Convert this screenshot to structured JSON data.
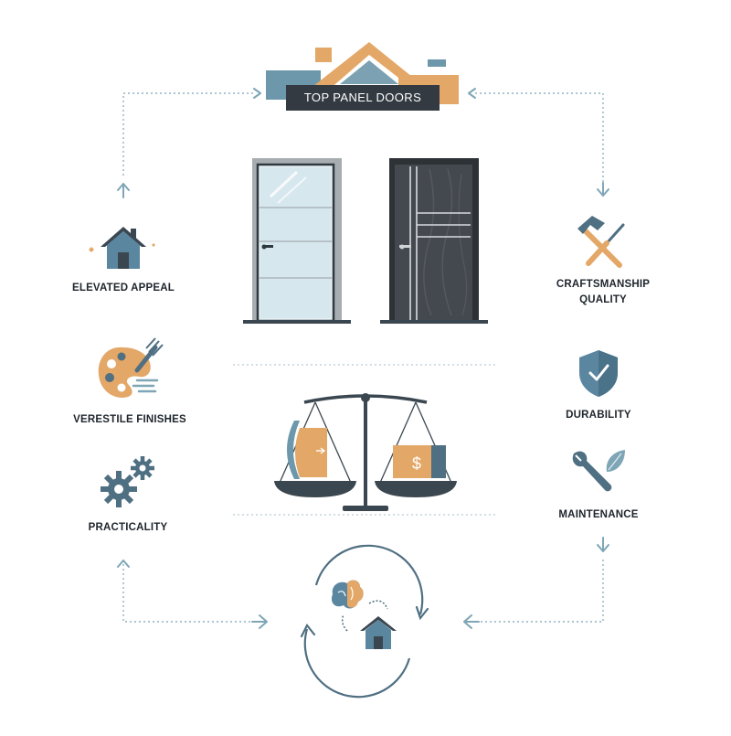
{
  "title": "TOP PANEL DOORS",
  "nodes": {
    "elevated_appeal": "ELEVATED APPEAL",
    "versatile_finishes": "VERESTILE FINISHES",
    "practicality": "PRACTICALITY",
    "craftsmanship_line1": "CRAFTSMANSHIP",
    "craftsmanship_line2": "QUALITY",
    "durability": "DURABILITY",
    "maintenance": "MAINTENANCE"
  },
  "colors": {
    "slate": "#4f6f82",
    "slate_dark": "#3b4750",
    "orange": "#e3a767",
    "light_blue": "#7ea6b6",
    "dark_door": "#3c4046",
    "frame": "#a8adb1"
  },
  "icons": {
    "roof": "roof-icon",
    "glass_door": "glass-door-icon",
    "dark_door": "dark-panel-door-icon",
    "house": "house-icon",
    "palette": "paint-palette-icon",
    "gears": "gears-icon",
    "tools": "hammer-screwdriver-icon",
    "shield": "shield-check-icon",
    "wrench_leaf": "wrench-leaf-icon",
    "scale": "balance-scale-icon",
    "cycle": "brain-home-cycle-icon"
  }
}
